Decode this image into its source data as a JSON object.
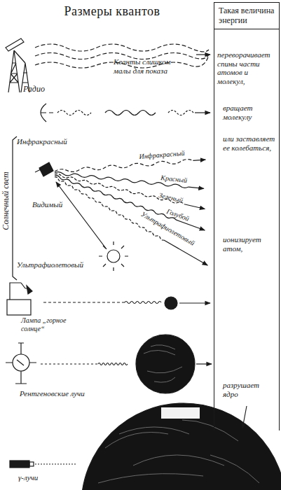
{
  "diagram": {
    "title": "Размеры квантов",
    "nodes": [
      {
        "text": [
          "Такая величина энергии"
        ]
      }
    ],
    "edges": [],
    "labels": [
      "Радио",
      "Кванты слишком малы для показа",
      "переворачивает спины части атомов и молекул,",
      "вращает молекулу",
      "Солнечный свет",
      "Инфракрасный",
      "Инфракрасный",
      "или заставляет ее колебаться,",
      "Красный",
      "Видимый",
      "Зеленый",
      "Голубой",
      "Ультрафиолетовый",
      "ионизирует атом,",
      "Ультрафиолетовый",
      "Лампа „горное солнце“",
      "Рентгеновские лучи",
      "разрушает ядро",
      "γ-лучи"
    ]
  }
}
